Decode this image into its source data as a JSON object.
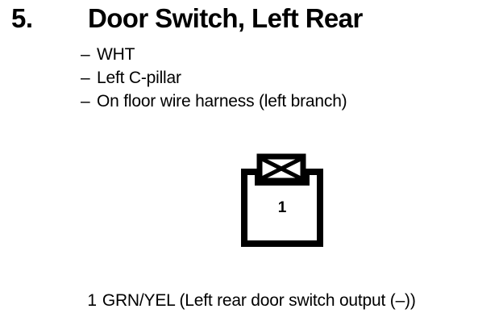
{
  "document": {
    "background_color": "#ffffff",
    "ink_color": "#000000"
  },
  "heading": {
    "item_number": "5.",
    "title": "Door Switch, Left Rear"
  },
  "attributes": {
    "dash": "–",
    "items": [
      {
        "text": "WHT"
      },
      {
        "text": "Left C-pillar"
      },
      {
        "text": "On floor wire harness (left branch)"
      }
    ]
  },
  "connector": {
    "symbol_name": "connector-body-with-locking-tab",
    "pin_count": 1,
    "pins": [
      {
        "number": "1"
      }
    ]
  },
  "pin_legend": {
    "lines": [
      {
        "pin": "1",
        "text": "GRN/YEL (Left rear door switch output (–))"
      }
    ]
  }
}
